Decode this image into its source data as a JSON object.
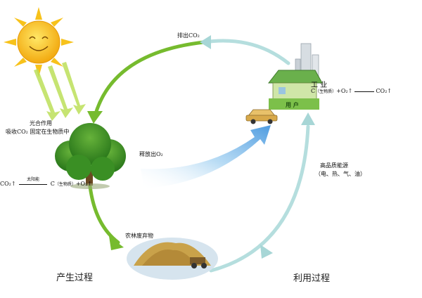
{
  "labels": {
    "emit_co2": "排出CO₂",
    "photosynthesis": "光合作用",
    "absorb_co2": "吸收CO₂ 固定在生物质中",
    "release_o2": "释放出O₂",
    "industry": "工 业",
    "user": "用 户",
    "high_energy": "高品质能源",
    "energy_types": "（电、热、气、油）",
    "waste": "农林废弃物",
    "production": "产生过程",
    "utilization": "利用过程"
  },
  "equations": {
    "photo": {
      "lhs": "CO₂↑",
      "arrow_note": "太阳能",
      "rhs_c": "C",
      "rhs_sub": "（生物质）",
      "rhs_o2": "+O₂↑"
    },
    "industry": {
      "lhs_c": "C",
      "lhs_sub": "（生物质）",
      "lhs_o2": "+O₂↑",
      "rhs": "CO₂↑"
    }
  },
  "colors": {
    "green_arc": "#76bb2e",
    "teal_arc": "#b5dede",
    "blue_arrow": "#6fb3e8",
    "tree": "#3a8f24",
    "sun": "#f7c21b"
  },
  "icons": [
    "sun-icon",
    "tree-icon",
    "house-icon",
    "car-icon",
    "haystack-icon",
    "building-icon"
  ]
}
